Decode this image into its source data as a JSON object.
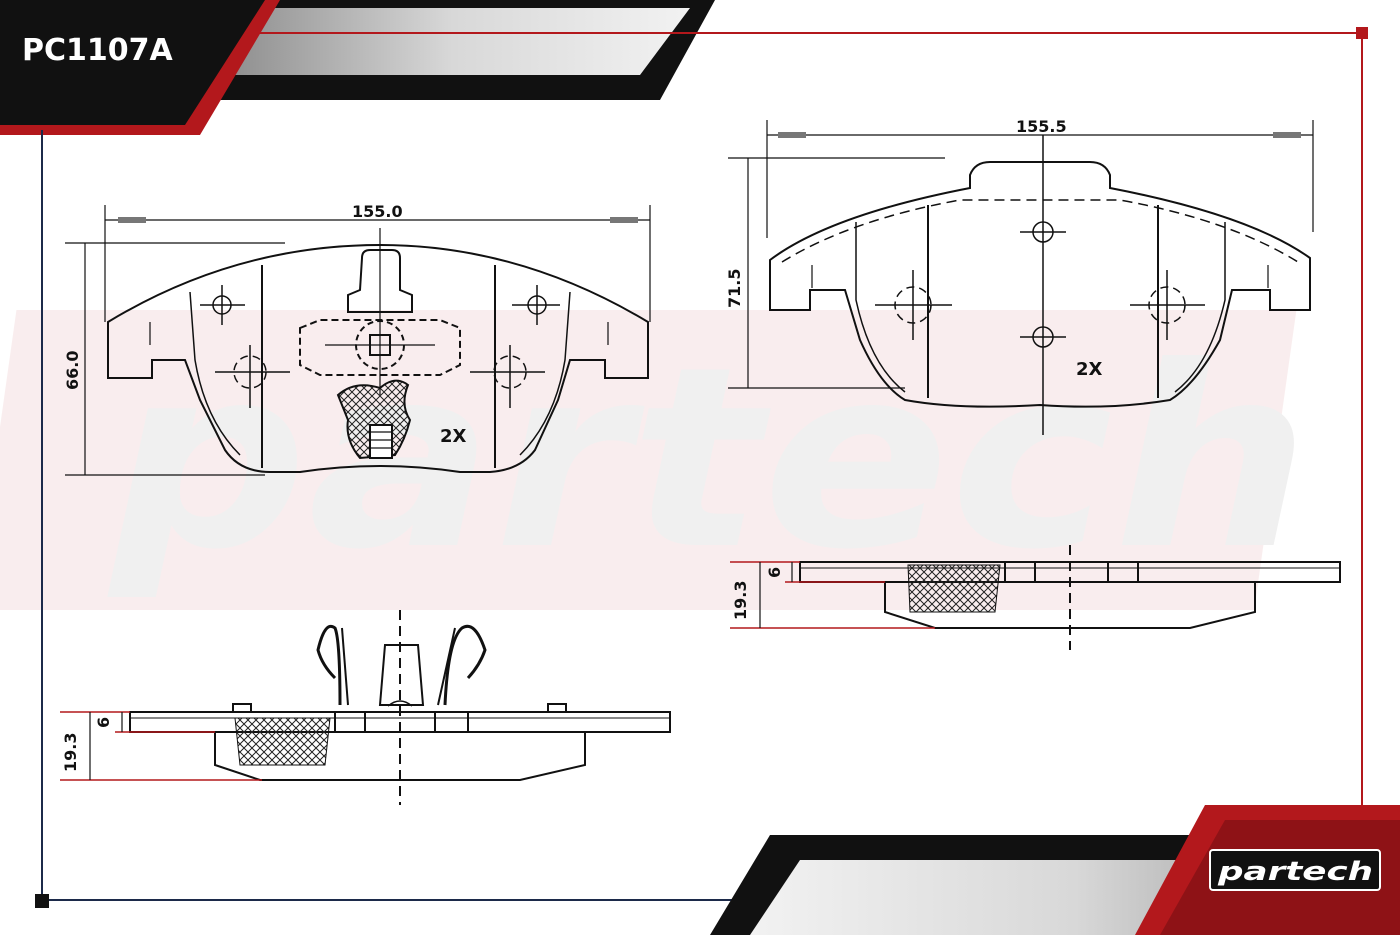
{
  "header": {
    "part_code": "PC1107A"
  },
  "brand": {
    "logo_text": "partech",
    "watermark_text": "partech",
    "accent_color": "#b3181c",
    "dark_color": "#111111",
    "grey_color": "#c9c9c9"
  },
  "left_pad": {
    "width_label": "155.0",
    "height_label": "66.0",
    "quantity_label": "2X"
  },
  "left_side_view": {
    "total_thickness_label": "19.3",
    "plate_thickness_label": "6"
  },
  "right_pad": {
    "width_label": "155.5",
    "height_label": "71.5",
    "quantity_label": "2X"
  },
  "right_side_view": {
    "total_thickness_label": "19.3",
    "plate_thickness_label": "6"
  }
}
